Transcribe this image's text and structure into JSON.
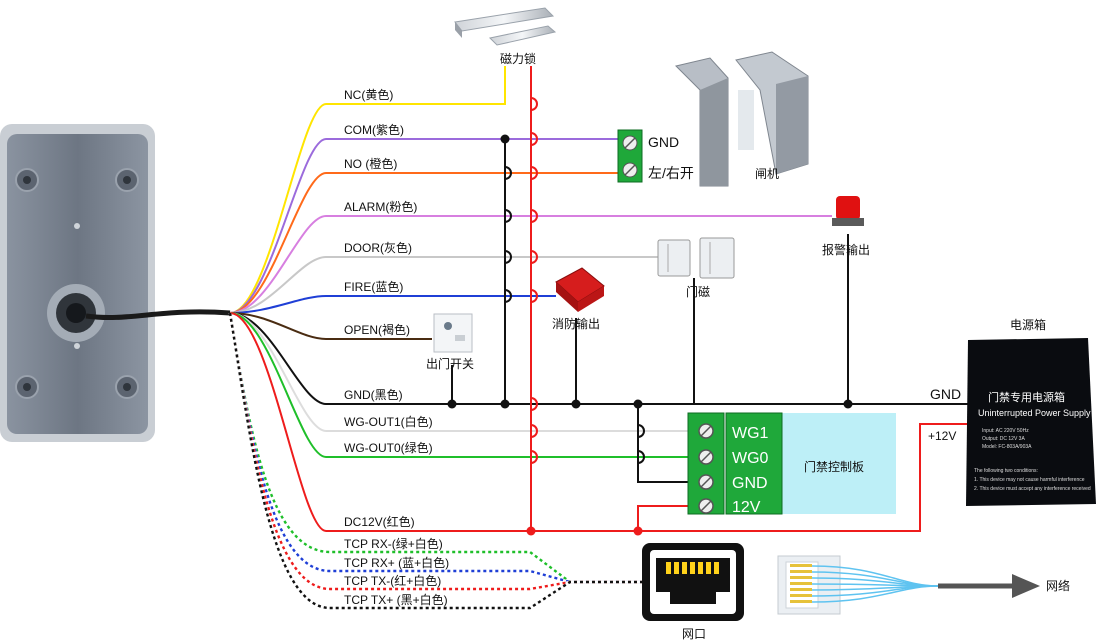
{
  "wires": [
    {
      "label": "NC(黄色)",
      "color": "#ffe500"
    },
    {
      "label": "COM(紫色)",
      "color": "#9b6bdc"
    },
    {
      "label": "NO (橙色)",
      "color": "#ff6a1a"
    },
    {
      "label": "ALARM(粉色)",
      "color": "#d77fe0"
    },
    {
      "label": "DOOR(灰色)",
      "color": "#c8c8c8"
    },
    {
      "label": "FIRE(蓝色)",
      "color": "#1f3fd6"
    },
    {
      "label": "OPEN(褐色)",
      "color": "#4a2c12"
    },
    {
      "label": "GND(黑色)",
      "color": "#111111"
    },
    {
      "label": "WG-OUT1(白色)",
      "color": "#dddddd"
    },
    {
      "label": "WG-OUT0(绿色)",
      "color": "#1fbf2a"
    },
    {
      "label": "DC12V(红色)",
      "color": "#ee1c1c"
    }
  ],
  "tcp_wires": [
    {
      "label": "TCP RX-(绿+白色)",
      "color": "#1fbf2a"
    },
    {
      "label": "TCP RX+ (蓝+白色)",
      "color": "#1f3fd6"
    },
    {
      "label": "TCP TX-(红+白色)",
      "color": "#ee1c1c"
    },
    {
      "label": "TCP TX+ (黑+白色)",
      "color": "#111111"
    }
  ],
  "devices": {
    "magnetic_lock": "磁力锁",
    "turnstile": "闸机",
    "alarm_output": "报警输出",
    "door_sensor": "门磁",
    "fire_output": "消防输出",
    "exit_switch": "出门开关",
    "network_port": "网口",
    "network": "网络",
    "power_box_title": "电源箱",
    "control_board": "门禁控制板"
  },
  "turnstile_terminals": [
    "GND",
    "左/右开"
  ],
  "board_terminals": [
    "WG1",
    "WG0",
    "GND",
    "12V"
  ],
  "psu_labels": {
    "gnd": "GND",
    "v12": "+12V"
  },
  "psu_face": {
    "title": "门禁专用电源箱",
    "subtitle": "Uninterrupted Power Supply",
    "spec1": "Input:  AC 220V 50Hz",
    "spec2": "Output:  DC 12V 3A",
    "spec3": "Model:  FC-803A/903A",
    "notice": "The following two conditions:",
    "note1": "1. This device may not cause harmful interference",
    "note2": "2. This device must accept any interference received"
  },
  "colors": {
    "red_bus": "#ee1c1c",
    "black_bus": "#111111",
    "board_green": "#1fa83a",
    "board_panel": "#bdeff7"
  }
}
